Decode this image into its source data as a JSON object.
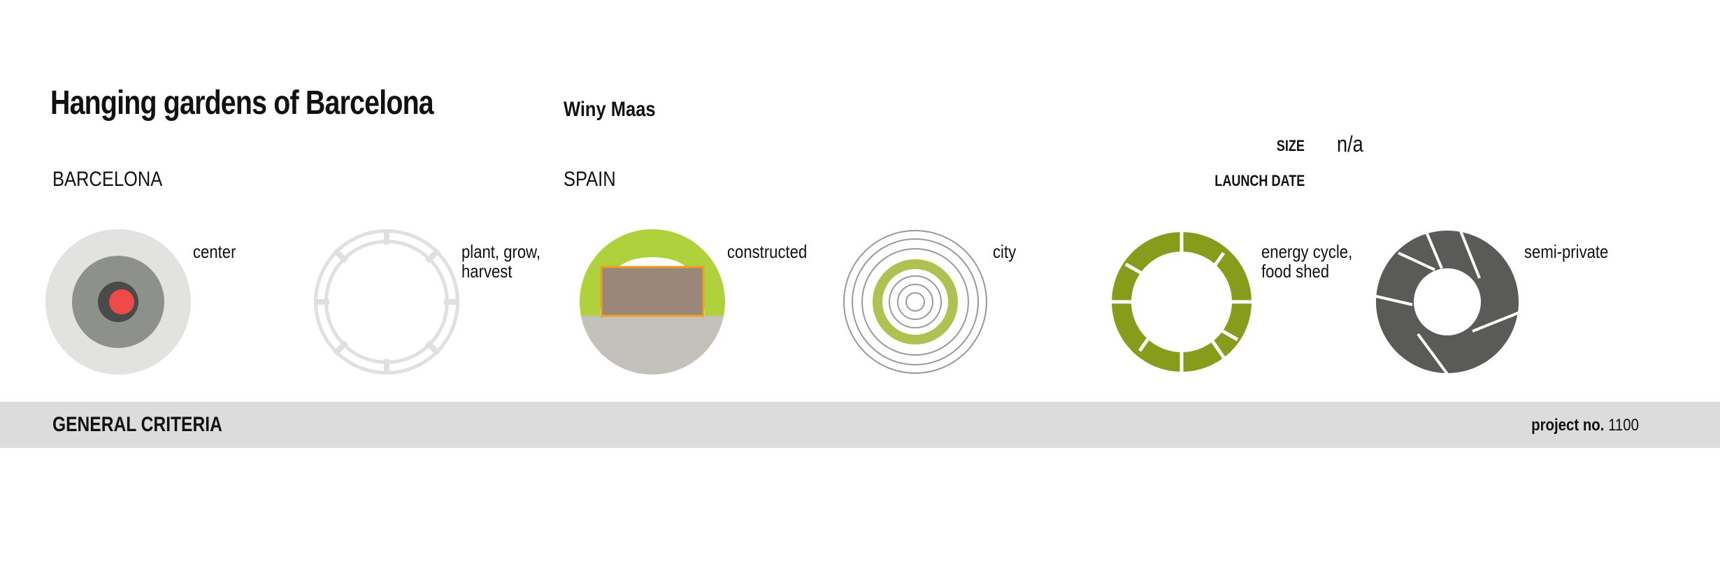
{
  "header": {
    "title": "Hanging gardens of Barcelona",
    "author": "Winy Maas",
    "city": "BARCELONA",
    "country": "SPAIN",
    "size_label": "SIZE",
    "size_value": "n/a",
    "launch_label": "LAUNCH DATE"
  },
  "criteria": [
    {
      "label": "center",
      "icon": "center-target-icon"
    },
    {
      "label": "plant, grow,\nharvest",
      "icon": "segmented-ring-light-icon"
    },
    {
      "label": "constructed",
      "icon": "constructed-dome-icon"
    },
    {
      "label": "city",
      "icon": "concentric-rings-icon"
    },
    {
      "label": "energy cycle,\nfood shed",
      "icon": "segmented-ring-green-icon"
    },
    {
      "label": "semi-private",
      "icon": "aperture-icon"
    }
  ],
  "footer": {
    "title": "GENERAL CRITERIA",
    "project_label": "project no.",
    "project_number": "1100"
  },
  "colors": {
    "light_gray": "#e2e2e0",
    "mid_gray": "#8e908b",
    "dark_gray": "#4a4a48",
    "red": "#ee4a4a",
    "lime": "#afd13c",
    "olive": "#889c1c",
    "brown": "#9a877a",
    "orange": "#f0a020",
    "stone": "#c4c0bc",
    "charcoal": "#5a5a58"
  }
}
